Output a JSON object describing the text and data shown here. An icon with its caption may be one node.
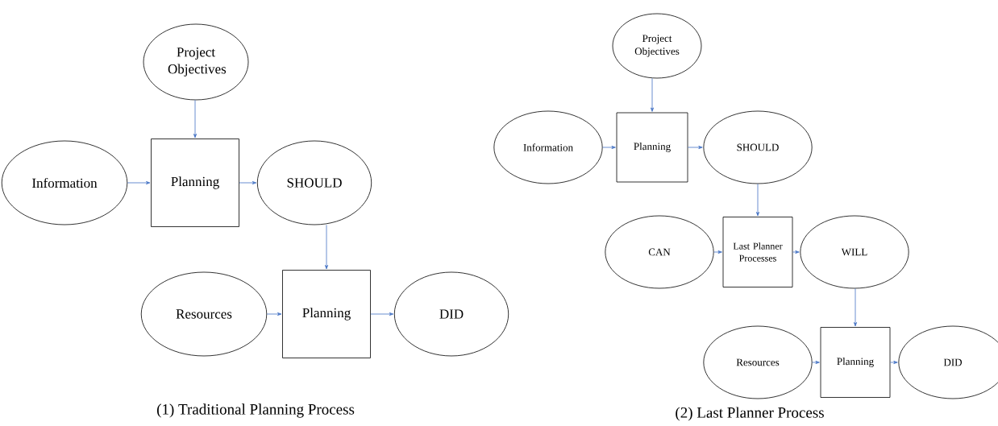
{
  "diagram": {
    "nodes": [
      {
        "text": [
          "Project Objectives"
        ]
      },
      {
        "text": [
          "Information"
        ]
      },
      {
        "text": [
          "Planning"
        ]
      },
      {
        "text": [
          "SHOULD"
        ]
      },
      {
        "text": [
          "Resources"
        ]
      },
      {
        "text": [
          "Planning"
        ]
      },
      {
        "text": [
          "DID"
        ]
      },
      {
        "text": [
          "Project Objectives"
        ]
      },
      {
        "text": [
          "Information"
        ]
      },
      {
        "text": [
          "Planning"
        ]
      },
      {
        "text": [
          "SHOULD"
        ]
      },
      {
        "text": [
          "CAN"
        ]
      },
      {
        "text": [
          "Last Planner Processes"
        ]
      },
      {
        "text": [
          "WILL"
        ]
      },
      {
        "text": [
          "Resources"
        ]
      },
      {
        "text": [
          "Planning"
        ]
      },
      {
        "text": [
          "DID"
        ]
      }
    ],
    "edges": [
      {
        "from": 0,
        "to": 2,
        "arrow": "to"
      },
      {
        "from": 1,
        "to": 2,
        "arrow": "to"
      },
      {
        "from": 2,
        "to": 3,
        "arrow": "to"
      },
      {
        "from": 3,
        "to": 5,
        "arrow": "to"
      },
      {
        "from": 4,
        "to": 5,
        "arrow": "to"
      },
      {
        "from": 5,
        "to": 6,
        "arrow": "to"
      },
      {
        "from": 7,
        "to": 9,
        "arrow": "to"
      },
      {
        "from": 8,
        "to": 9,
        "arrow": "to"
      },
      {
        "from": 9,
        "to": 10,
        "arrow": "to"
      },
      {
        "from": 10,
        "to": 12,
        "arrow": "to"
      },
      {
        "from": 11,
        "to": 12,
        "arrow": "to"
      },
      {
        "from": 12,
        "to": 13,
        "arrow": "to"
      },
      {
        "from": 13,
        "to": 15,
        "arrow": "to"
      },
      {
        "from": 14,
        "to": 15,
        "arrow": "to"
      },
      {
        "from": 15,
        "to": 16,
        "arrow": "to"
      }
    ],
    "labels": [
      "(1) Traditional Planning Process",
      "(2) Last Planner Process"
    ]
  }
}
